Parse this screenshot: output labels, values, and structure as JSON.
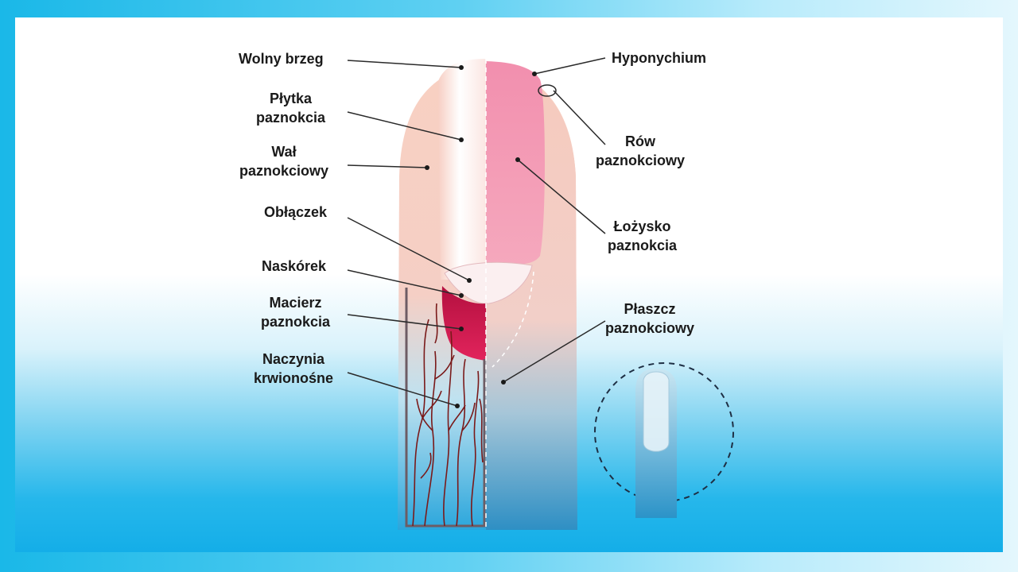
{
  "labels_left": {
    "wolny_brzeg": "Wolny brzeg",
    "plytka": [
      "Płytka",
      "paznokcia"
    ],
    "wal": [
      "Wał",
      "paznokciowy"
    ],
    "oblaczek": "Obłączek",
    "naskorek": "Naskórek",
    "macierz": [
      "Macierz",
      "paznokcia"
    ],
    "naczynia": [
      "Naczynia",
      "krwionośne"
    ]
  },
  "labels_right": {
    "hyponychium": "Hyponychium",
    "row": [
      "Rów",
      "paznokciowy"
    ],
    "lozysko": [
      "Łożysko",
      "paznokcia"
    ],
    "plaszcz": [
      "Płaszcz",
      "paznokciowy"
    ]
  },
  "colors": {
    "skin": "#f6c9bc",
    "nail_bed": "#f09bb3",
    "matrix": "#d81b55",
    "vessels": "#7a1a1a",
    "leader_line": "#2a2a2a"
  }
}
